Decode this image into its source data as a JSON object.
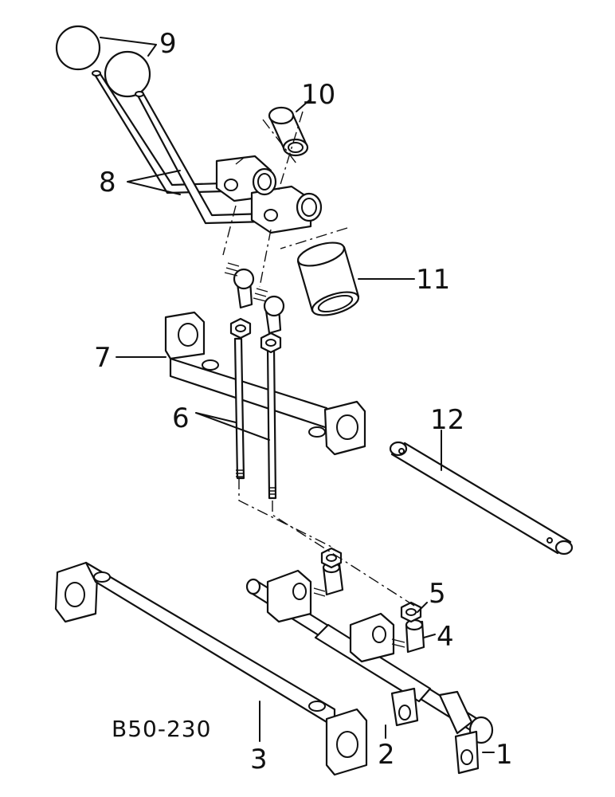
{
  "diagram": {
    "reference_code": "B50-230",
    "callouts": [
      {
        "id": "1",
        "label": "1"
      },
      {
        "id": "2",
        "label": "2"
      },
      {
        "id": "3",
        "label": "3"
      },
      {
        "id": "4",
        "label": "4"
      },
      {
        "id": "5",
        "label": "5"
      },
      {
        "id": "6",
        "label": "6"
      },
      {
        "id": "7",
        "label": "7"
      },
      {
        "id": "8",
        "label": "8"
      },
      {
        "id": "9",
        "label": "9"
      },
      {
        "id": "10",
        "label": "10"
      },
      {
        "id": "11",
        "label": "11"
      },
      {
        "id": "12",
        "label": "12"
      }
    ]
  }
}
